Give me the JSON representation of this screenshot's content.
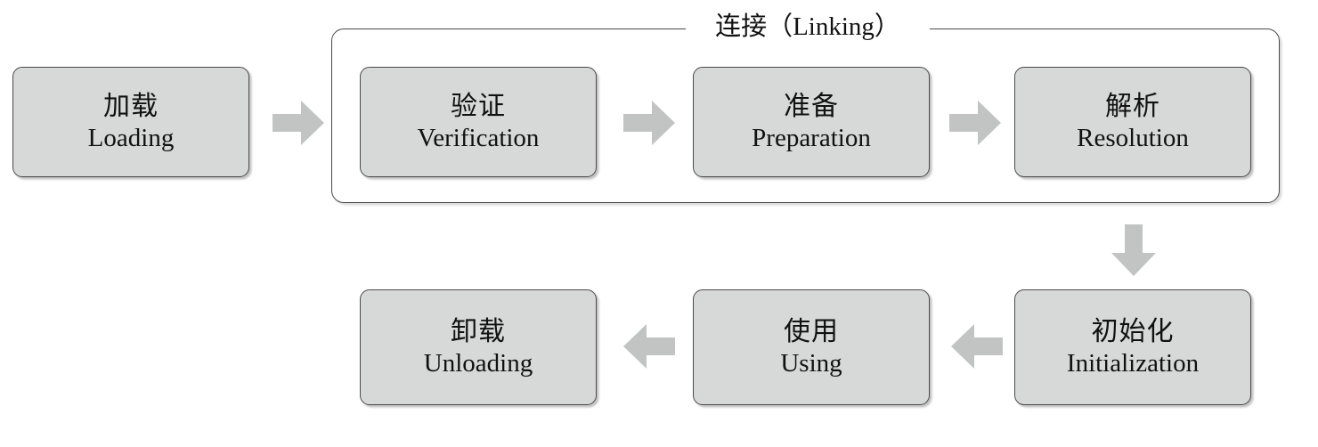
{
  "diagram": {
    "title": "Java class lifecycle flow diagram",
    "background_color": "#ffffff",
    "box_fill_color": "#d7d8d8",
    "box_border_color": "#4a4a4a",
    "arrow_color": "#c2c4c4",
    "text_color": "#111111"
  },
  "group": {
    "label": "连接（Linking）",
    "label_cn": "连接",
    "label_en": "Linking"
  },
  "nodes": [
    {
      "id": "loading",
      "cn": "加载",
      "en": "Loading",
      "row": "top"
    },
    {
      "id": "verification",
      "cn": "验证",
      "en": "Verification",
      "row": "top"
    },
    {
      "id": "preparation",
      "cn": "准备",
      "en": "Preparation",
      "row": "top"
    },
    {
      "id": "resolution",
      "cn": "解析",
      "en": "Resolution",
      "row": "top"
    },
    {
      "id": "initialization",
      "cn": "初始化",
      "en": "Initialization",
      "row": "bottom"
    },
    {
      "id": "using",
      "cn": "使用",
      "en": "Using",
      "row": "bottom"
    },
    {
      "id": "unloading",
      "cn": "卸载",
      "en": "Unloading",
      "row": "bottom"
    }
  ],
  "arrows": [
    {
      "id": "loading-to-verification",
      "direction": "right"
    },
    {
      "id": "verification-to-preparation",
      "direction": "right"
    },
    {
      "id": "preparation-to-resolution",
      "direction": "right"
    },
    {
      "id": "linking-to-initialization",
      "direction": "down"
    },
    {
      "id": "initialization-to-using",
      "direction": "left"
    },
    {
      "id": "using-to-unloading",
      "direction": "left"
    }
  ]
}
